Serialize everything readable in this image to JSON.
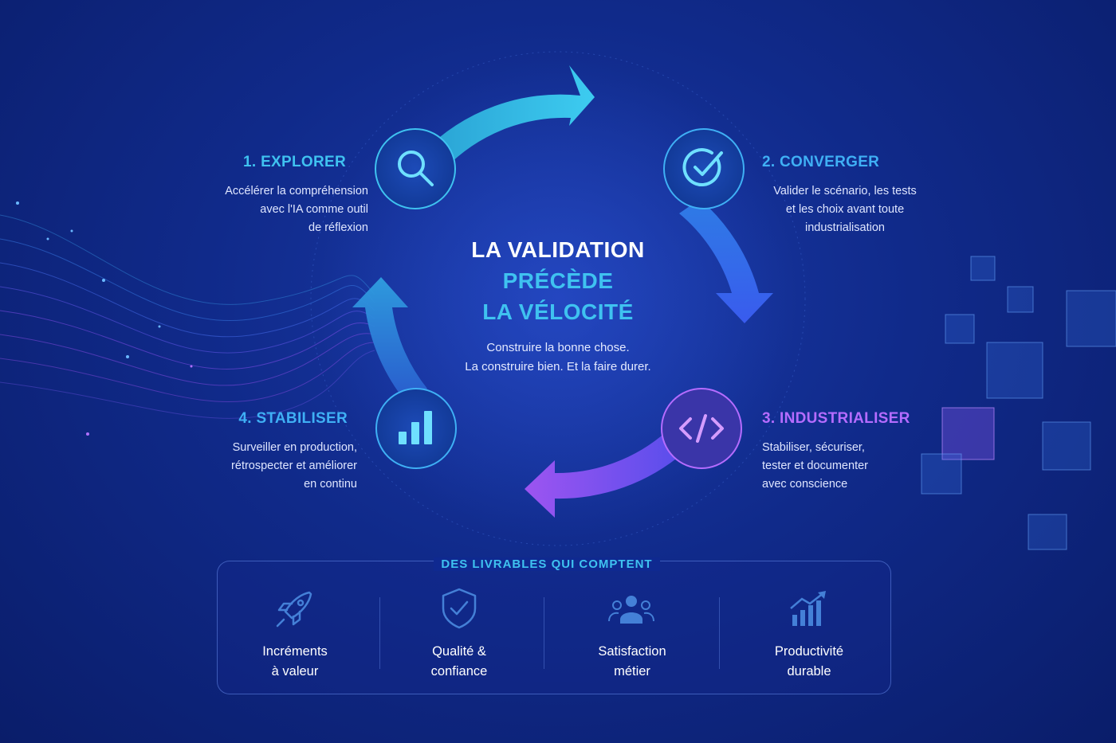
{
  "center": {
    "line1": "LA VALIDATION",
    "line2": "PRÉCÈDE",
    "line3": "LA VÉLOCITÉ",
    "sub1": "Construire la bonne chose.",
    "sub2": "La construire bien. Et la faire durer."
  },
  "steps": [
    {
      "title": "1. EXPLORER",
      "desc": "Accélérer la compréhension\navec l'IA comme outil\nde réflexion",
      "icon": "search-icon",
      "color": "#3fc2f0"
    },
    {
      "title": "2. CONVERGER",
      "desc": "Valider le scénario, les tests\net les choix avant toute\nindustrialisation",
      "icon": "check-circle-icon",
      "color": "#3fb0f5"
    },
    {
      "title": "3. INDUSTRIALISER",
      "desc": "Stabiliser, sécuriser,\ntester et documenter\navec conscience",
      "icon": "code-icon",
      "color": "#b56cff"
    },
    {
      "title": "4. STABILISER",
      "desc": "Surveiller en production,\nrétrospecter et améliorer\nen continu",
      "icon": "bar-chart-icon",
      "color": "#3fb0f5"
    }
  ],
  "deliverables": {
    "title": "DES LIVRABLES QUI COMPTENT",
    "items": [
      {
        "label": "Incréments\nà valeur",
        "icon": "rocket-icon"
      },
      {
        "label": "Qualité &\nconfiance",
        "icon": "shield-check-icon"
      },
      {
        "label": "Satisfaction\nmétier",
        "icon": "team-icon"
      },
      {
        "label": "Productivité\ndurable",
        "icon": "growth-chart-icon"
      }
    ]
  }
}
